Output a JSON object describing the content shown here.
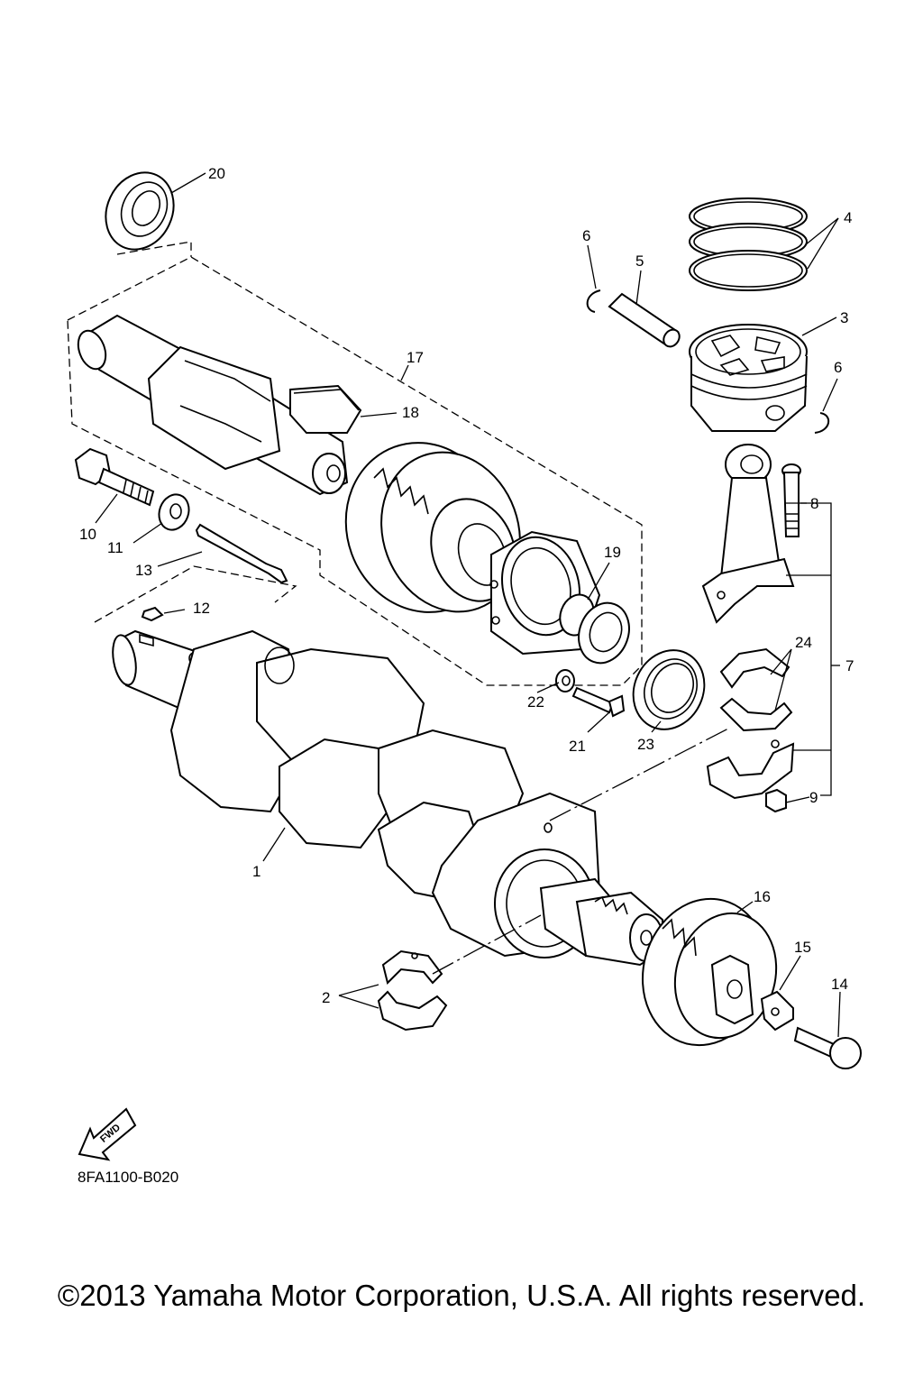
{
  "diagram": {
    "callouts": {
      "c1": "1",
      "c2": "2",
      "c3": "3",
      "c4": "4",
      "c5": "5",
      "c6a": "6",
      "c6b": "6",
      "c7": "7",
      "c8": "8",
      "c9": "9",
      "c10": "10",
      "c11": "11",
      "c12": "12",
      "c13": "13",
      "c14": "14",
      "c15": "15",
      "c16": "16",
      "c17": "17",
      "c18": "18",
      "c19": "19",
      "c20": "20",
      "c21": "21",
      "c22": "22",
      "c23": "23",
      "c24": "24"
    },
    "forward_label": "FWD",
    "drawing_code": "8FA1100-B020"
  },
  "footer": {
    "copyright": "©2013 Yamaha Motor Corporation, U.S.A. All rights reserved."
  }
}
